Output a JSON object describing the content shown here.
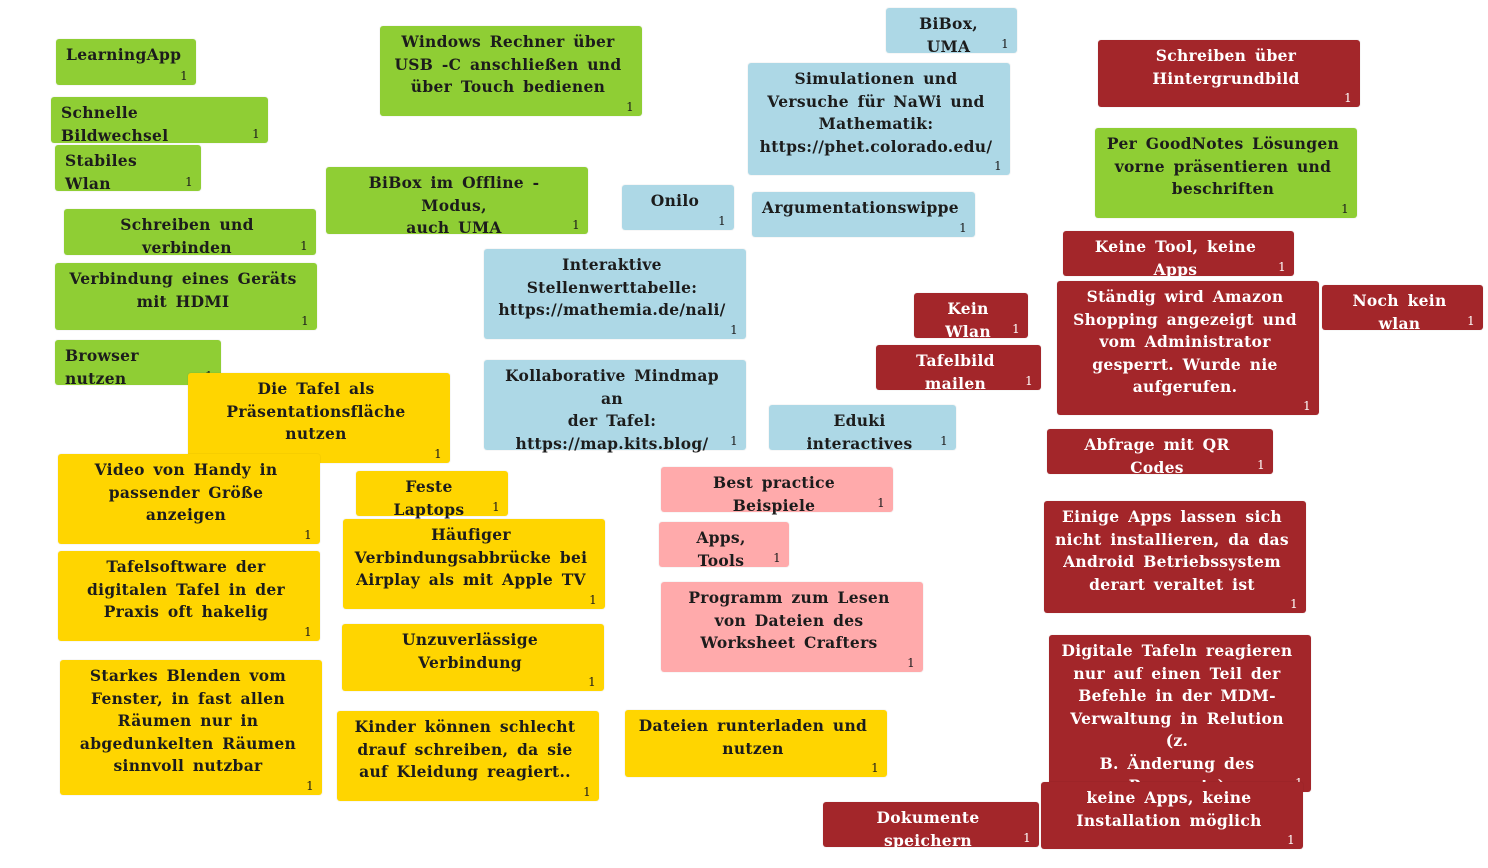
{
  "colors": {
    "green": "#8fce34",
    "blue": "#add8e6",
    "yellow": "#ffd500",
    "pink": "#ffaaab",
    "red": "#a3262a"
  },
  "notes": [
    {
      "text": "LearningApp",
      "count": "1",
      "color": "green"
    },
    {
      "text": "Schnelle  Bildwechsel",
      "count": "1",
      "color": "green"
    },
    {
      "text": "Stabiles  Wlan",
      "count": "1",
      "color": "green"
    },
    {
      "text": "Schreiben  und verbinden",
      "count": "1",
      "color": "green"
    },
    {
      "text": "Verbindung  eines  Geräts\nmit HDMI",
      "count": "1",
      "color": "green"
    },
    {
      "text": "Browser  nutzen",
      "count": "1",
      "color": "green"
    },
    {
      "text": "Windows  Rechner  über\nUSB -C anschließen  und\nüber Touch  bedienen",
      "count": "1",
      "color": "green"
    },
    {
      "text": "BiBox  im Offline -Modus,\nauch UMA",
      "count": "1",
      "color": "green"
    },
    {
      "text": "Onilo",
      "count": "1",
      "color": "blue"
    },
    {
      "text": "Interaktive\nStellenwerttabelle:\nhttps://mathemia.de/nali/",
      "count": "1",
      "color": "blue"
    },
    {
      "text": "Kollaborative  Mindmap  an\nder Tafel:\nhttps://map.kits.blog/",
      "count": "1",
      "color": "blue"
    },
    {
      "text": "BiBox,  UMA",
      "count": "1",
      "color": "blue"
    },
    {
      "text": "Simulationen   und\nVersuche  für NaWi und\nMathematik:\nhttps://phet.colorado.edu/",
      "count": "1",
      "color": "blue"
    },
    {
      "text": "Argumentationswippe",
      "count": "1",
      "color": "blue"
    },
    {
      "text": "Eduki interactives",
      "count": "1",
      "color": "blue"
    },
    {
      "text": "Die Tafel als\nPräsentationsfläche\nnutzen",
      "count": "1",
      "color": "yellow"
    },
    {
      "text": "Video  von  Handy  in\npassender   Größe\nanzeigen",
      "count": "1",
      "color": "yellow"
    },
    {
      "text": "Tafelsoftware   der\ndigitalen  Tafel in der\nPraxis  oft hakelig",
      "count": "1",
      "color": "yellow"
    },
    {
      "text": "Starkes  Blenden   vom\nFenster,  in fast allen\nRäumen  nur in\nabgedunkelten    Räumen\nsinnvoll  nutzbar",
      "count": "1",
      "color": "yellow"
    },
    {
      "text": "Feste  Laptops",
      "count": "1",
      "color": "yellow"
    },
    {
      "text": "Häufiger\nVerbindungsabbrücke    bei\nAirplay  als mit Apple  TV",
      "count": "1",
      "color": "yellow"
    },
    {
      "text": "Unzuverlässige\nVerbindung",
      "count": "1",
      "color": "yellow"
    },
    {
      "text": "Kinder können  schlecht\ndrauf schreiben,   da sie\nauf Kleidung  reagiert..",
      "count": "1",
      "color": "yellow"
    },
    {
      "text": "Dateien  runterladen  und\nnutzen",
      "count": "1",
      "color": "yellow"
    },
    {
      "text": "Best  practice  Beispiele",
      "count": "1",
      "color": "pink"
    },
    {
      "text": "Apps,  Tools",
      "count": "1",
      "color": "pink"
    },
    {
      "text": "Programm   zum Lesen\nvon Dateien  des\nWorksheet   Crafters",
      "count": "1",
      "color": "pink"
    },
    {
      "text": "Schreiben   über\nHintergrundbild",
      "count": "1",
      "color": "red"
    },
    {
      "text": "Keine  Tool, keine  Apps",
      "count": "1",
      "color": "red"
    },
    {
      "text": "Kein Wlan",
      "count": "1",
      "color": "red"
    },
    {
      "text": "Tafelbild  mailen",
      "count": "1",
      "color": "red"
    },
    {
      "text": "Ständig  wird Amazon\nShopping   angezeigt   und\nvom  Administrator\ngesperrt.  Wurde nie\naufgerufen.",
      "count": "1",
      "color": "red"
    },
    {
      "text": "Noch  kein wlan",
      "count": "1",
      "color": "red"
    },
    {
      "text": "Abfrage  mit QR Codes",
      "count": "1",
      "color": "red"
    },
    {
      "text": "Einige Apps  lassen   sich\nnicht  installieren,   da das\nAndroid  Betriebssystem\nderart veraltet  ist",
      "count": "1",
      "color": "red"
    },
    {
      "text": "Digitale  Tafeln  reagieren\nnur auf einen  Teil der\nBefehle   in der MDM-\nVerwaltung  in Relution  (z.\nB. Änderung   des\nPassworts)",
      "count": "1",
      "color": "red"
    },
    {
      "text": "Dokumente   speichern",
      "count": "1",
      "color": "red"
    },
    {
      "text": "keine  Apps,  keine\nInstallation  möglich",
      "count": "1",
      "color": "red"
    },
    {
      "text": "Per GoodNotes   Lösungen\nvorne präsentieren   und\nbeschriften",
      "count": "1",
      "color": "green"
    }
  ]
}
